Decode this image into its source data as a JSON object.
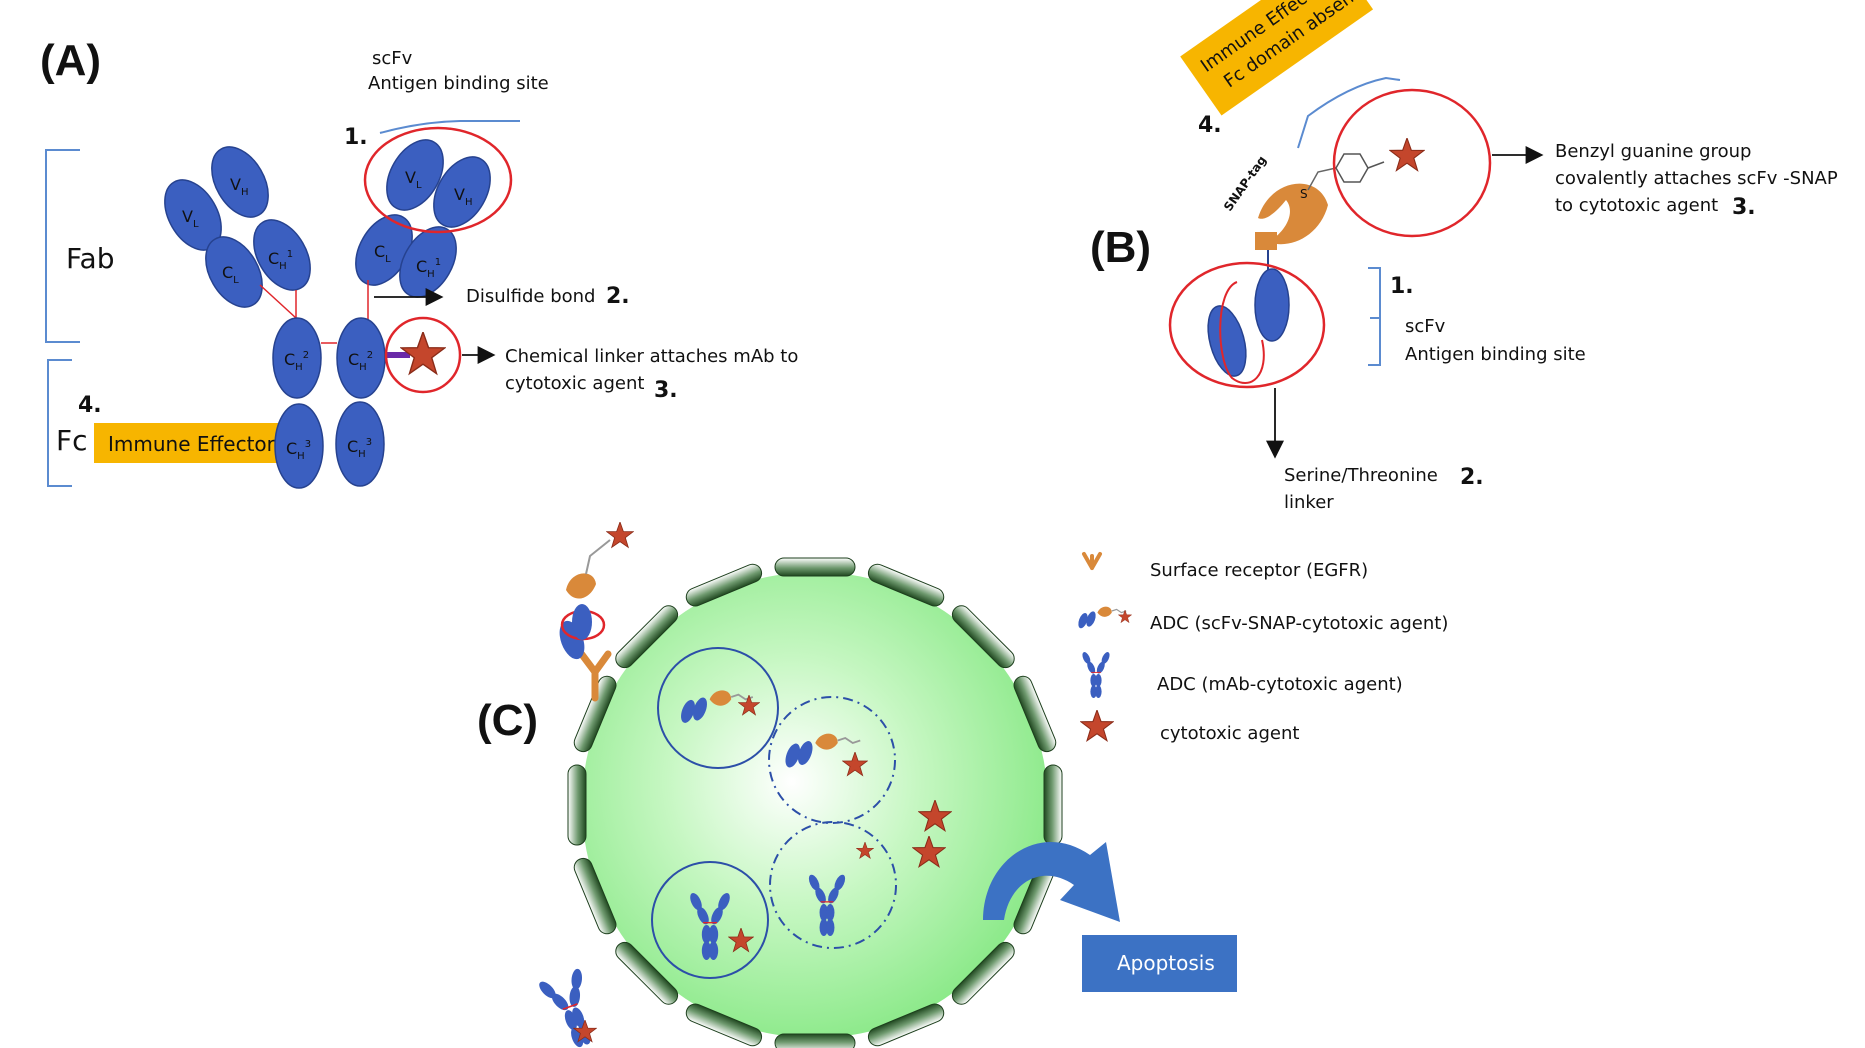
{
  "panel_a": {
    "label": "(A)",
    "scfv_title": "scFv",
    "scfv_sub": "Antigen binding site",
    "num1": "1.",
    "fab": "Fab",
    "fc": "Fc",
    "num4": "4.",
    "immune_effector": "Immune Effector",
    "disulfide": "Disulfide bond",
    "num2": "2.",
    "linker_line1": "Chemical linker attaches mAb to",
    "linker_line2": "cytotoxic agent",
    "num3": "3.",
    "domains": {
      "vh": "V",
      "vh_sub": "H",
      "vl": "V",
      "vl_sub": "L",
      "cl": "C",
      "cl_sub": "L",
      "ch": "C",
      "ch_sub": "H",
      "one": "1",
      "two": "2",
      "three": "3"
    }
  },
  "panel_b": {
    "label": "(B)",
    "num4": "4.",
    "effector_line1": "Immune Effector",
    "effector_line2": "Fc domain absent",
    "snap_tag": "SNAP-tag",
    "s_atom": "S",
    "benzyl_line1": "Benzyl guanine group",
    "benzyl_line2": "covalently attaches scFv -SNAP",
    "benzyl_line3": "to cytotoxic agent",
    "num3": "3.",
    "num1": "1.",
    "scfv_title": "scFv",
    "scfv_sub": "Antigen binding site",
    "linker_line1": "Serine/Threonine",
    "linker_line2": "linker",
    "num2": "2."
  },
  "panel_c": {
    "label": "(C)",
    "legend": [
      {
        "icon": "surface-receptor-icon",
        "text": "Surface receptor (EGFR)"
      },
      {
        "icon": "adc-scfv-icon",
        "text": "ADC (scFv-SNAP-cytotoxic agent)"
      },
      {
        "icon": "adc-mab-icon",
        "text": "ADC (mAb-cytotoxic agent)"
      },
      {
        "icon": "cytotoxic-agent-icon",
        "text": "cytotoxic agent"
      }
    ],
    "apoptosis": "Apoptosis"
  },
  "colors": {
    "domain_blue": "#3b5fc0",
    "ring_red": "#e0262b",
    "effector_yellow": "#f7b500",
    "snap_orange": "#d9893a",
    "star_red": "#c4462c",
    "cell_green": "#9cf09a",
    "apoptosis_blue": "#3c72c4"
  }
}
